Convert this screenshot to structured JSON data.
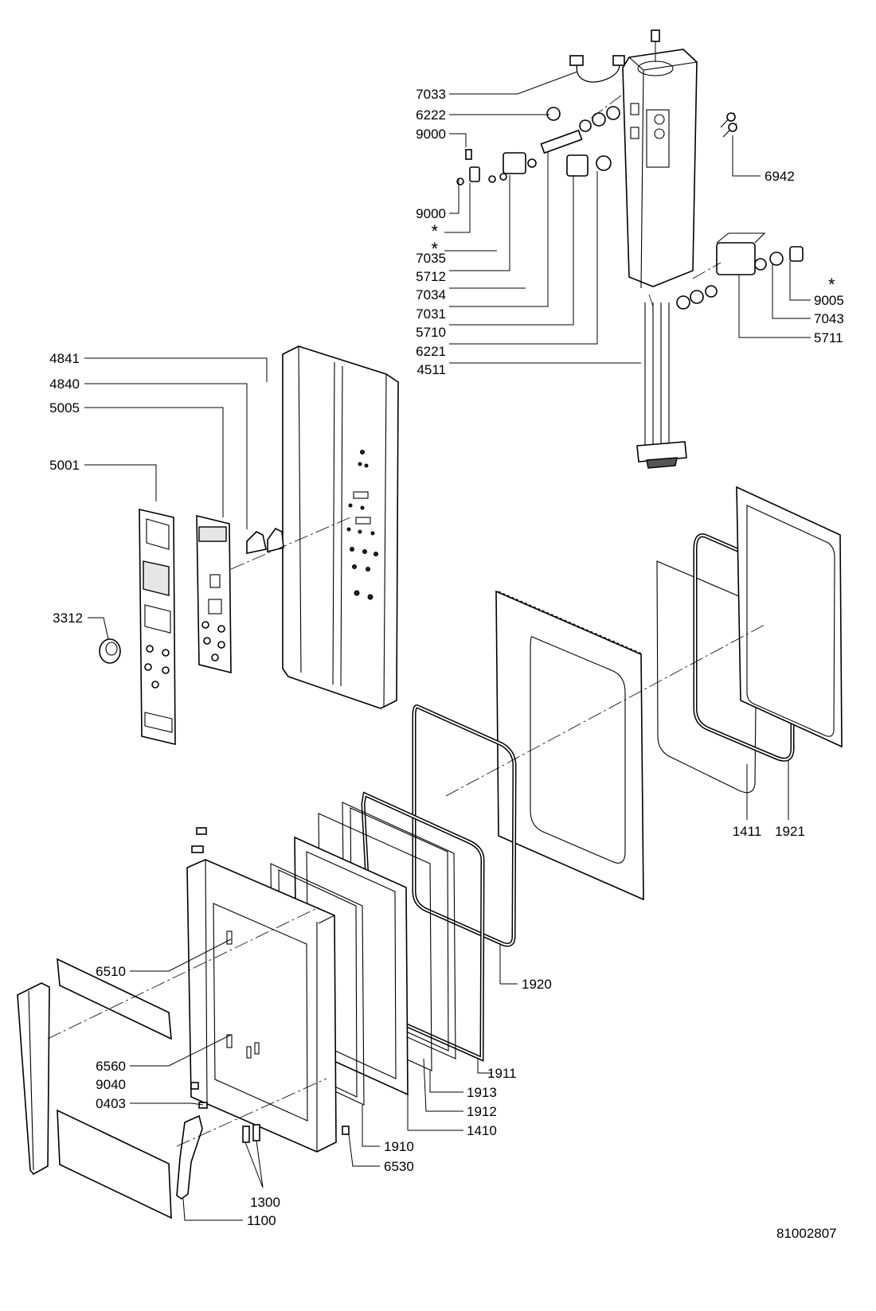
{
  "drawing_number": "81002807",
  "part_labels": {
    "p7033": "7033",
    "p6222": "6222",
    "p9000a": "9000",
    "p9000b": "9000",
    "star1": "*",
    "star2": "*",
    "p7035": "7035",
    "p5712": "5712",
    "p7034": "7034",
    "p7031": "7031",
    "p5710": "5710",
    "p6221": "6221",
    "p4511": "4511",
    "p6942": "6942",
    "star3": "*",
    "p9005": "9005",
    "p7043": "7043",
    "p5711": "5711",
    "p4841": "4841",
    "p4840": "4840",
    "p5005": "5005",
    "p5001": "5001",
    "p3312": "3312",
    "p1411": "1411",
    "p1921": "1921",
    "p1920": "1920",
    "p6510": "6510",
    "p6560": "6560",
    "p9040": "9040",
    "p0403": "0403",
    "p1911": "1911",
    "p1913": "1913",
    "p1912": "1912",
    "p1410": "1410",
    "p1910": "1910",
    "p6530": "6530",
    "p1300": "1300",
    "p1100": "1100"
  }
}
